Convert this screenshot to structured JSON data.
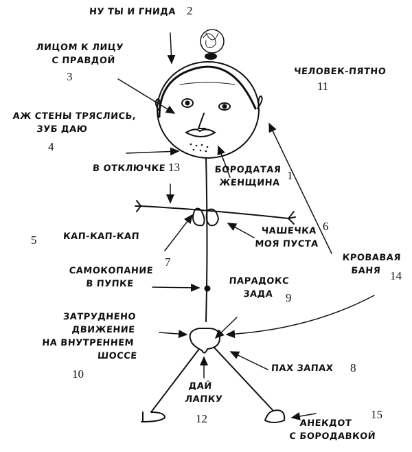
{
  "labels": [
    {
      "id": 1,
      "lines": [
        "БОРОДАТАЯ",
        "ЖЕНЩИНА"
      ],
      "number": "1"
    },
    {
      "id": 2,
      "lines": [
        "НУ ТЫ И ГНИДА"
      ],
      "number": "2"
    },
    {
      "id": 3,
      "lines": [
        "ЛИЦОМ К ЛИЦУ",
        "С ПРАВДОЙ"
      ],
      "number": "3"
    },
    {
      "id": 4,
      "lines": [
        "АЖ СТЕНЫ ТРЯСЛИСЬ,",
        "ЗУБ ДАЮ"
      ],
      "number": "4"
    },
    {
      "id": 5,
      "lines": [
        "КАП-КАП-КАП"
      ],
      "number": "5"
    },
    {
      "id": 6,
      "lines": [
        "ЧАШЕЧКА",
        "МОЯ ПУСТА"
      ],
      "number": "6"
    },
    {
      "id": 7,
      "lines": [
        "САМОКОПАНИЕ",
        "В ПУПКЕ"
      ],
      "number": "7"
    },
    {
      "id": 8,
      "lines": [
        "ПАХ ЗАПАХ"
      ],
      "number": "8"
    },
    {
      "id": 9,
      "lines": [
        "ПАРАДОКС",
        "ЗАДА"
      ],
      "number": "9"
    },
    {
      "id": 10,
      "lines": [
        "ЗАТРУДНЕНО",
        "ДВИЖЕНИЕ",
        "НА ВНУТРЕННЕМ",
        "ШОССЕ"
      ],
      "number": "10"
    },
    {
      "id": 11,
      "lines": [
        "ЧЕЛОВЕК-ПЯТНО"
      ],
      "number": "11"
    },
    {
      "id": 12,
      "lines": [
        "ДАЙ",
        "ЛАПКУ"
      ],
      "number": "12"
    },
    {
      "id": 13,
      "lines": [
        "В ОТКЛЮЧКЕ"
      ],
      "number": "13"
    },
    {
      "id": 14,
      "lines": [
        "КРОВАВАЯ",
        "БАНЯ"
      ],
      "number": "14"
    },
    {
      "id": 15,
      "lines": [
        "АНЕКДОТ",
        "С БОРОДАВКОЙ"
      ],
      "number": "15"
    }
  ]
}
